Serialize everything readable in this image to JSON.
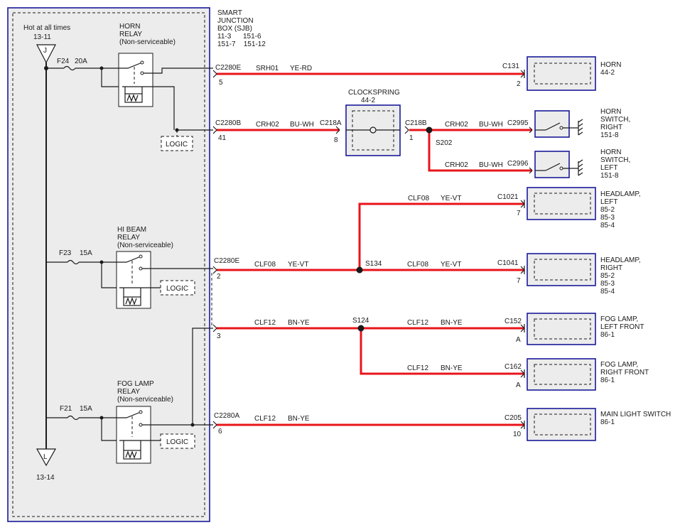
{
  "sjb": {
    "title_lines": [
      "SMART",
      "JUNCTION",
      "BOX (SJB)",
      "11-3      151-6",
      "151-7    151-12"
    ],
    "hot_label": "Hot at all times",
    "top_ref": "13-11",
    "top_terminal": "J",
    "bottom_ref": "13-14",
    "bottom_terminal": "L",
    "logic_label": "LOGIC",
    "fuses": {
      "horn": {
        "id": "F24",
        "rating": "20A"
      },
      "hibeam": {
        "id": "F23",
        "rating": "15A"
      },
      "fog": {
        "id": "F21",
        "rating": "15A"
      }
    },
    "relays": {
      "horn": [
        "HORN",
        "RELAY",
        "(Non-serviceable)"
      ],
      "hibeam": [
        "HI BEAM",
        "RELAY",
        "(Non-serviceable)"
      ],
      "fog": [
        "FOG LAMP",
        "RELAY",
        "(Non-serviceable)"
      ]
    }
  },
  "sjb_connectors": [
    {
      "name": "C2280E",
      "pin": "5"
    },
    {
      "name": "C2280B",
      "pin": "41"
    },
    {
      "name": "C2280E",
      "pin": "2"
    },
    {
      "name": "",
      "pin": "3"
    },
    {
      "name": "C2280A",
      "pin": "6"
    }
  ],
  "clockspring": {
    "lines": [
      "CLOCKSPRING",
      "44-2"
    ],
    "in_connector": "C218A",
    "in_pin": "8",
    "out_connector": "C218B",
    "out_pin": "1"
  },
  "splices": [
    "S202",
    "S134",
    "S124"
  ],
  "wires": [
    {
      "circuit": "SRH01",
      "color": "YE-RD"
    },
    {
      "circuit": "CRH02",
      "color": "BU-WH"
    },
    {
      "circuit": "CRH02",
      "color": "BU-WH"
    },
    {
      "circuit": "CRH02",
      "color": "BU-WH"
    },
    {
      "circuit": "CLF08",
      "color": "YE-VT"
    },
    {
      "circuit": "CLF08",
      "color": "YE-VT"
    },
    {
      "circuit": "CLF08",
      "color": "YE-VT"
    },
    {
      "circuit": "CLF12",
      "color": "BN-YE"
    },
    {
      "circuit": "CLF12",
      "color": "BN-YE"
    },
    {
      "circuit": "CLF12",
      "color": "BN-YE"
    },
    {
      "circuit": "CLF12",
      "color": "BN-YE"
    }
  ],
  "components": [
    {
      "connector": "C131",
      "pin": "2",
      "lines": [
        "HORN",
        "44-2"
      ]
    },
    {
      "connector": "C2995",
      "pin": "",
      "lines": [
        "HORN",
        "SWITCH,",
        "RIGHT",
        "151-8"
      ]
    },
    {
      "connector": "C2996",
      "pin": "",
      "lines": [
        "HORN",
        "SWITCH,",
        "LEFT",
        "151-8"
      ]
    },
    {
      "connector": "C1021",
      "pin": "7",
      "lines": [
        "HEADLAMP,",
        "LEFT",
        "85-2",
        "85-3",
        "85-4"
      ]
    },
    {
      "connector": "C1041",
      "pin": "7",
      "lines": [
        "HEADLAMP,",
        "RIGHT",
        "85-2",
        "85-3",
        "85-4"
      ]
    },
    {
      "connector": "C152",
      "pin": "A",
      "lines": [
        "FOG LAMP,",
        "LEFT FRONT",
        "86-1"
      ]
    },
    {
      "connector": "C162",
      "pin": "A",
      "lines": [
        "FOG LAMP,",
        "RIGHT FRONT",
        "86-1"
      ]
    },
    {
      "connector": "C205",
      "pin": "10",
      "lines": [
        "MAIN LIGHT SWITCH",
        "86-1"
      ]
    }
  ]
}
